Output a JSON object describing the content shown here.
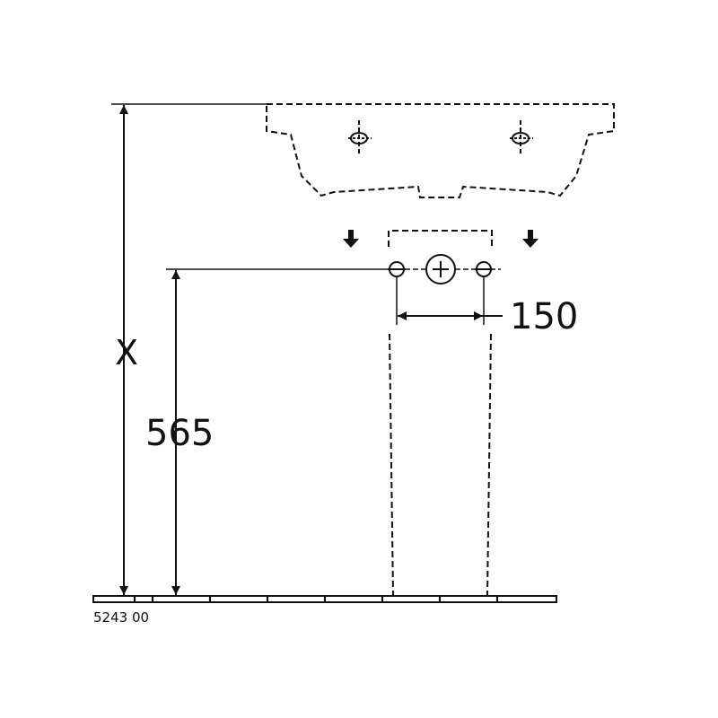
{
  "dimensions": {
    "total_height_label": "X",
    "outlet_height_label": "565",
    "hole_spacing_label": "150"
  },
  "reference_code": "5243 00",
  "colors": {
    "line": "#111111",
    "floor_fill": "#ffffff"
  },
  "icons": [
    "down-arrow-icon",
    "connection-hole-icon",
    "waste-outlet-icon"
  ]
}
